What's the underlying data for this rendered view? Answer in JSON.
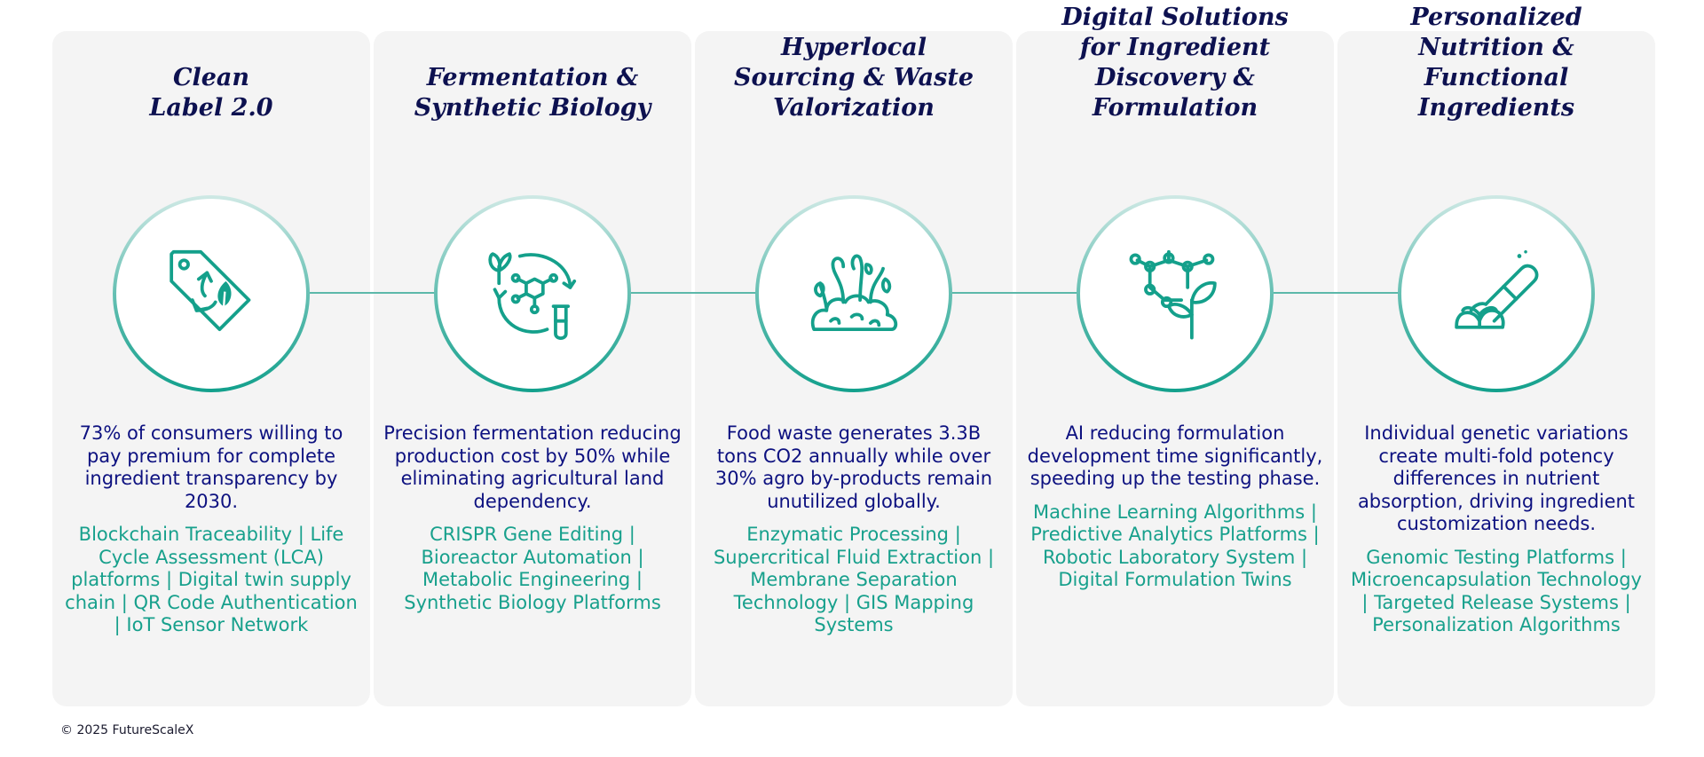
{
  "colors": {
    "title": "#0d1150",
    "body_text": "#0d1180",
    "accent_teal": "#17a08c",
    "card_bg": "#f4f4f4"
  },
  "columns": [
    {
      "title": "Clean\nLabel 2.0",
      "icon": "recycle-leaf-tag-icon",
      "statement": "73% of consumers willing to pay premium for complete ingredient transparency by 2030.",
      "technologies": "Blockchain Traceability | Life Cycle Assessment (LCA) platforms | Digital twin supply chain | QR Code Authentication | IoT Sensor Network"
    },
    {
      "title": "Fermentation &\nSynthetic Biology",
      "icon": "molecule-cycle-test-tube-icon",
      "statement": "Precision fermentation reducing production cost by 50% while eliminating agricultural land dependency.",
      "technologies": "CRISPR Gene Editing | Bioreactor Automation | Metabolic Engineering | Synthetic Biology Platforms"
    },
    {
      "title": "Hyperlocal\nSourcing & Waste\nValorization",
      "icon": "soil-plants-icon",
      "statement": "Food waste generates 3.3B tons CO2 annually while over 30% agro by-products remain unutilized globally.",
      "technologies": "Enzymatic Processing | Supercritical Fluid Extraction | Membrane Separation Technology | GIS Mapping Systems"
    },
    {
      "title": "Digital Solutions\nfor Ingredient\nDiscovery &\nFormulation",
      "icon": "molecule-plant-icon",
      "statement": "AI reducing formulation development time significantly, speeding up the testing phase.",
      "technologies": "Machine Learning Algorithms | Predictive Analytics Platforms | Robotic Laboratory System | Digital Formulation Twins"
    },
    {
      "title": "Personalized\nNutrition &\nFunctional\nIngredients",
      "icon": "capsule-leaf-icon",
      "statement": "Individual genetic variations create multi-fold potency differences in nutrient absorption, driving ingredient customization needs.",
      "technologies": "Genomic Testing Platforms | Microencapsulation Technology | Targeted Release Systems | Personalization Algorithms"
    }
  ],
  "footer": {
    "copyright": "© 2025 FutureScaleX"
  }
}
